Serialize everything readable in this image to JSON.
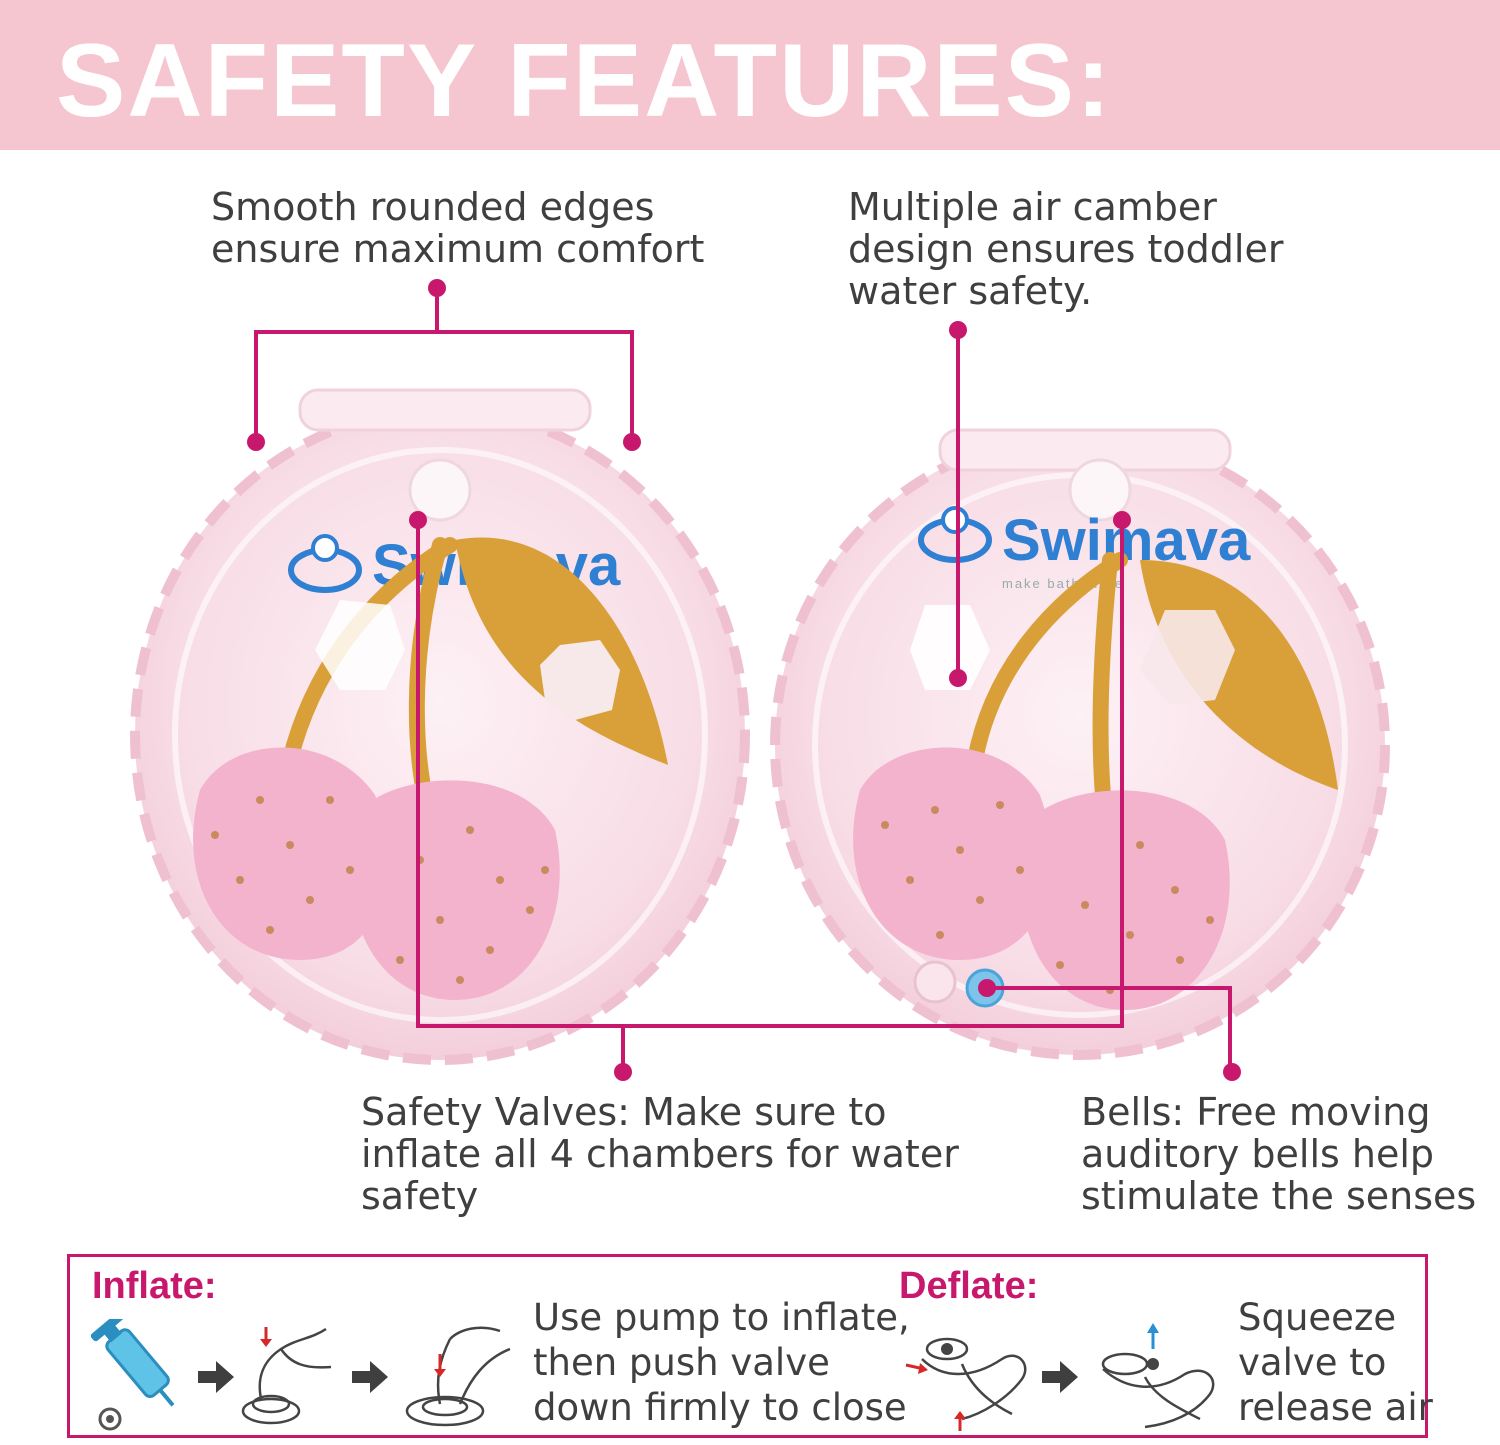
{
  "header": {
    "title": "SAFETY FEATURES:"
  },
  "callouts": {
    "edges": {
      "lines": [
        "Smooth rounded edges",
        "ensure maximum comfort"
      ]
    },
    "chamber": {
      "lines": [
        "Multiple air camber",
        "design ensures toddler",
        "water safety."
      ]
    },
    "valves": {
      "lines": [
        "Safety Valves: Make sure to",
        "inflate all 4 chambers for water",
        "safety"
      ]
    },
    "bells": {
      "lines": [
        "Bells: Free moving",
        "auditory bells help",
        "stimulate the senses"
      ]
    }
  },
  "product": {
    "brand_text": "Swimava",
    "tagline": "make bath more"
  },
  "instructions": {
    "inflate": {
      "heading": "Inflate:",
      "lines": [
        "Use pump to inflate,",
        "then push valve",
        "down firmly to close"
      ]
    },
    "deflate": {
      "heading": "Deflate:",
      "lines": [
        "Squeeze",
        "valve to",
        "release air"
      ]
    }
  },
  "colors": {
    "accent": "#c8186e",
    "header_bg": "#f5c6cf",
    "text": "#3f3f3f",
    "cherry_leaf": "#d9a03a",
    "cherry_fruit": "#f3b3cc",
    "float_body": "#f8dde6"
  },
  "icons": [
    "pump-icon",
    "arrow-right-icon",
    "press-valve-icon",
    "squeeze-valve-icon",
    "bell-icon"
  ]
}
